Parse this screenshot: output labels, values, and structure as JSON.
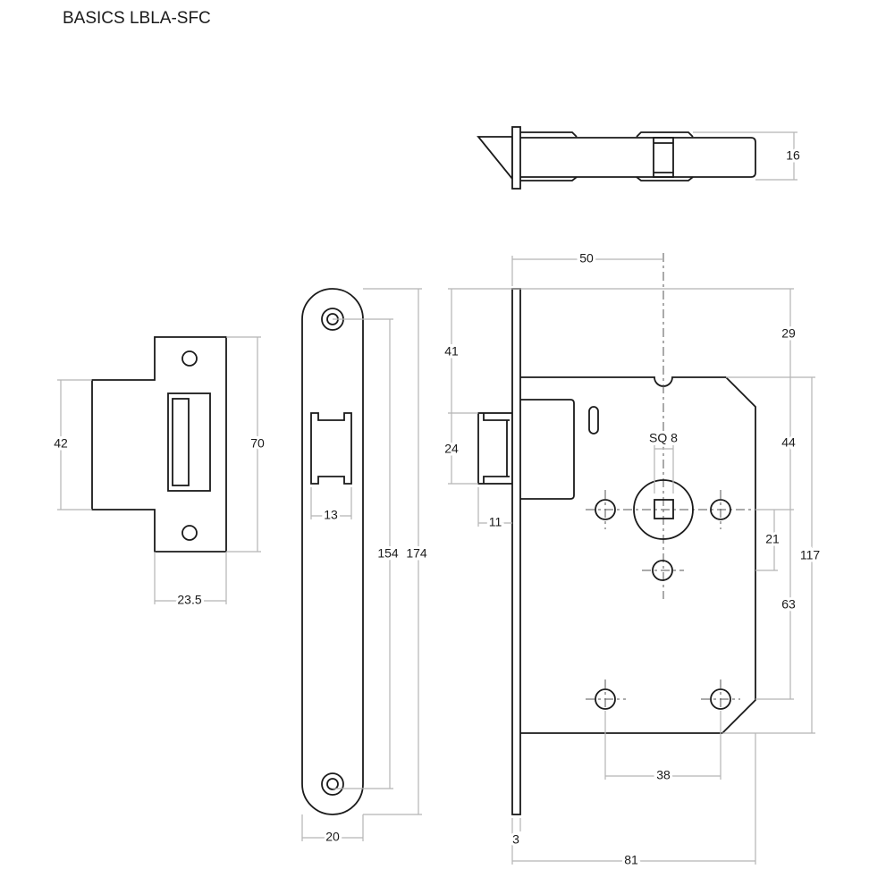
{
  "title": "BASICS LBLA-SFC",
  "latch_top_view": {
    "dims": {
      "height": "16"
    }
  },
  "strike_plate": {
    "dims": {
      "inner_height": "42",
      "outer_height": "70",
      "width": "23.5"
    }
  },
  "forend": {
    "dims": {
      "slot_width": "13",
      "screw_centres": "154",
      "length": "174",
      "width": "20"
    }
  },
  "latch_case": {
    "dims": {
      "backset": "50",
      "top_to_latch": "41",
      "latch_height": "24",
      "latch_projection": "11",
      "top_to_case": "29",
      "case_to_spindle": "44",
      "case_height": "117",
      "spindle_to_hole": "21",
      "spindle_to_bottom_holes": "63",
      "hole_spacing": "38",
      "forend_thickness": "3",
      "overall_depth": "81",
      "spindle_label": "SQ 8"
    }
  }
}
